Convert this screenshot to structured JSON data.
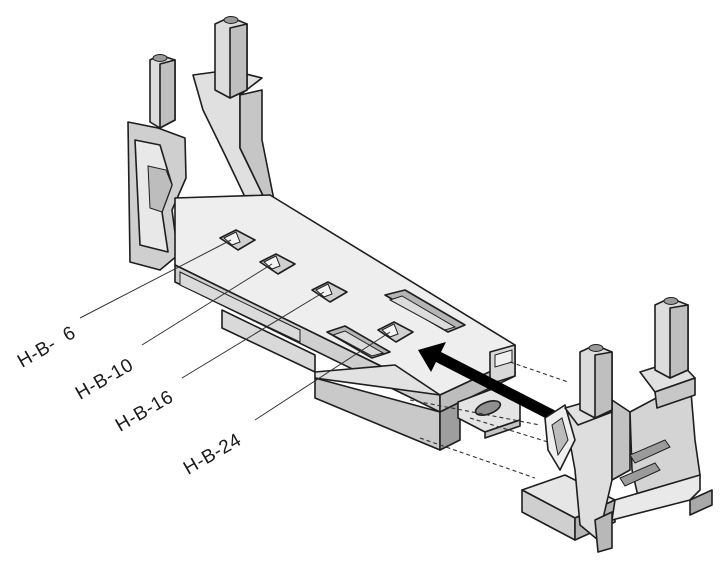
{
  "labels": {
    "hb6": "H-B-  6",
    "hb10": "H-B-10",
    "hb16": "H-B-16",
    "hb24": "H-B-24"
  },
  "colors": {
    "light": "#eeeeee",
    "mid": "#cfcfcf",
    "dark": "#a9a9a9",
    "outline": "#1e1e1e",
    "arrow": "#000000"
  },
  "icons": {
    "arrow": "insert-direction-arrow-icon"
  }
}
